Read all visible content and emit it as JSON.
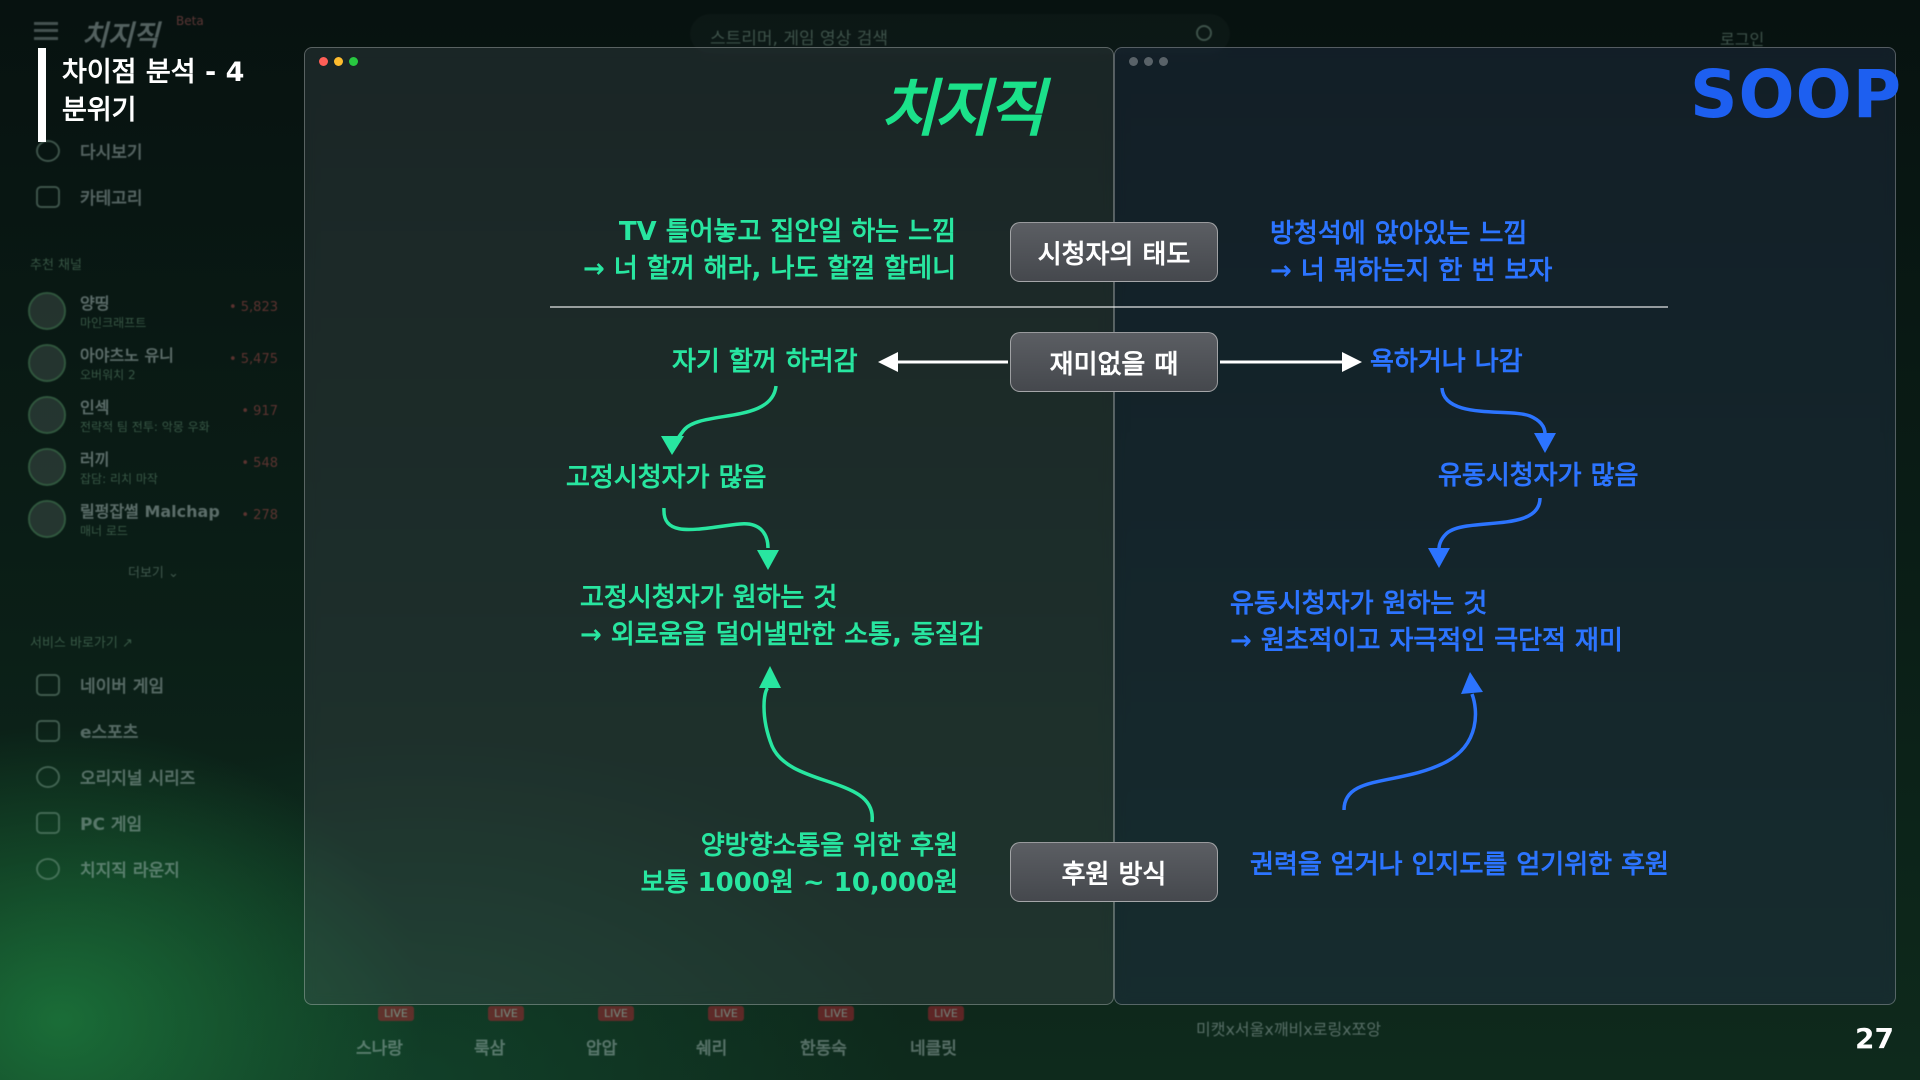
{
  "background": {
    "logo": "치지직",
    "logo_badge": "Beta",
    "search_placeholder": "스트리머, 게임 영상 검색",
    "login": "로그인",
    "menu": [
      {
        "label": "다시보기",
        "icon": "replay-icon"
      },
      {
        "label": "카테고리",
        "icon": "category-grid-icon"
      }
    ],
    "recommended_header": "추천 채널",
    "channels": [
      {
        "name": "양띵",
        "sub": "마인크래프트",
        "viewers": "• 5,823"
      },
      {
        "name": "아야츠노 유니",
        "sub": "오버워치 2",
        "viewers": "• 5,475"
      },
      {
        "name": "인섹",
        "sub": "전략적 팀 전투: 악몽 우화",
        "viewers": "• 917"
      },
      {
        "name": "러끼",
        "sub": "잡담: 리치 마작",
        "viewers": "• 548"
      },
      {
        "name": "릴펑잡썰 Malchap",
        "sub": "매너 로드",
        "viewers": "• 278"
      }
    ],
    "more": "더보기 ⌄",
    "services_header": "서비스 바로가기 ↗",
    "services": [
      {
        "label": "네이버 게임",
        "icon": "gamepad-icon"
      },
      {
        "label": "e스포츠",
        "icon": "trophy-icon"
      },
      {
        "label": "오리지널 시리즈",
        "icon": "original-series-icon"
      },
      {
        "label": "PC 게임",
        "icon": "monitor-icon"
      },
      {
        "label": "치지직 라운지",
        "icon": "lounge-icon"
      }
    ],
    "bottom_streamers": [
      "스나랑",
      "룩삼",
      "압압",
      "쉐리",
      "한동숙",
      "네클릿"
    ],
    "live_badge": "LIVE",
    "bottom_text": "미캣x서울x깨비x로링x쪼앙"
  },
  "slide": {
    "title_line1": "차이점 분석 - 4",
    "title_line2": "분위기",
    "page_number": "27"
  },
  "brands": {
    "left": "치지직",
    "right": "SOOP",
    "left_color": "#1be18a",
    "right_color": "#1d5ff0"
  },
  "labels": {
    "attitude": "시청자의 태도",
    "boring": "재미없을 때",
    "donation": "후원 방식"
  },
  "left": {
    "attitude_line1": "TV 틀어놓고 집안일 하는 느낌",
    "attitude_line2": "→ 너 할꺼 해라, 나도 할껄 할테니",
    "boring": "자기 할꺼 하러감",
    "result": "고정시청자가 많음",
    "want_line1": "고정시청자가 원하는 것",
    "want_line2": "→ 외로움을 덜어낼만한 소통, 동질감",
    "donation_line1": "양방향소통을 위한 후원",
    "donation_line2": "보통 1000원 ~ 10,000원"
  },
  "right": {
    "attitude_line1": "방청석에 앉아있는 느낌",
    "attitude_line2": "→ 너 뭐하는지 한 번 보자",
    "boring": "욕하거나 나감",
    "result": "유동시청자가 많음",
    "want_line1": "유동시청자가 원하는 것",
    "want_line2": "→ 원초적이고 자극적인 극단적 재미",
    "donation": "권력을 얻거나 인지도를 얻기위한 후원"
  },
  "colors": {
    "green_text": "#28e6a0",
    "blue_text": "#2c74ff",
    "window_dot_red": "#ff5f57",
    "window_dot_yellow": "#febc2e",
    "window_dot_green": "#28c840"
  }
}
